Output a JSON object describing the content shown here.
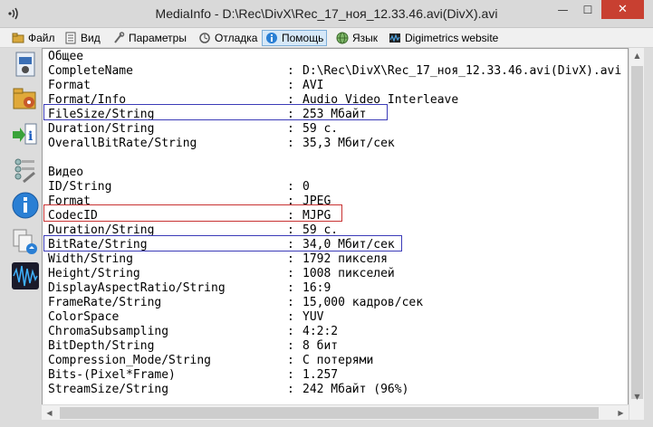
{
  "window": {
    "title": "MediaInfo - D:\\Rec\\DivX\\Rec_17_ноя_12.33.46.avi(DivX).avi",
    "minimize_glyph": "—",
    "maximize_glyph": "☐",
    "close_glyph": "✕"
  },
  "menu": [
    {
      "label": "Файл",
      "icon": "folder-icon"
    },
    {
      "label": "Вид",
      "icon": "view-icon"
    },
    {
      "label": "Параметры",
      "icon": "wrench-icon"
    },
    {
      "label": "Отладка",
      "icon": "debug-icon"
    },
    {
      "label": "Помощь",
      "icon": "help-icon",
      "active": true
    },
    {
      "label": "Язык",
      "icon": "globe-icon"
    },
    {
      "label": "Digimetrics website",
      "icon": "website-icon"
    }
  ],
  "sidebar_icons": [
    "open-file-icon",
    "open-folder-icon",
    "export-icon",
    "preferences-icon",
    "about-info-icon",
    "copy-icon",
    "waveform-icon"
  ],
  "lines": [
    {
      "key": "Общее",
      "value": null
    },
    {
      "key": "CompleteName",
      "value": "D:\\Rec\\DivX\\Rec_17_ноя_12.33.46.avi(DivX).avi"
    },
    {
      "key": "Format",
      "value": "AVI"
    },
    {
      "key": "Format/Info",
      "value": "Audio Video Interleave"
    },
    {
      "key": "FileSize/String",
      "value": "253 Мбайт"
    },
    {
      "key": "Duration/String",
      "value": "59 с."
    },
    {
      "key": "OverallBitRate/String",
      "value": "35,3 Мбит/сек"
    },
    {
      "key": "",
      "value": null
    },
    {
      "key": "Видео",
      "value": null
    },
    {
      "key": "ID/String",
      "value": "0"
    },
    {
      "key": "Format",
      "value": "JPEG"
    },
    {
      "key": "CodecID",
      "value": "MJPG"
    },
    {
      "key": "Duration/String",
      "value": "59 с."
    },
    {
      "key": "BitRate/String",
      "value": "34,0 Мбит/сек"
    },
    {
      "key": "Width/String",
      "value": "1792 пикселя"
    },
    {
      "key": "Height/String",
      "value": "1008 пикселей"
    },
    {
      "key": "DisplayAspectRatio/String",
      "value": "16:9"
    },
    {
      "key": "FrameRate/String",
      "value": "15,000 кадров/сек"
    },
    {
      "key": "ColorSpace",
      "value": "YUV"
    },
    {
      "key": "ChromaSubsampling",
      "value": "4:2:2"
    },
    {
      "key": "BitDepth/String",
      "value": "8 бит"
    },
    {
      "key": "Compression_Mode/String",
      "value": "С потерями"
    },
    {
      "key": "Bits-(Pixel*Frame)",
      "value": "1.257"
    },
    {
      "key": "StreamSize/String",
      "value": "242 Мбайт (96%)"
    }
  ],
  "separator": ":",
  "highlight_colors": {
    "blue": "#3b3bb8",
    "red": "#c83232"
  }
}
